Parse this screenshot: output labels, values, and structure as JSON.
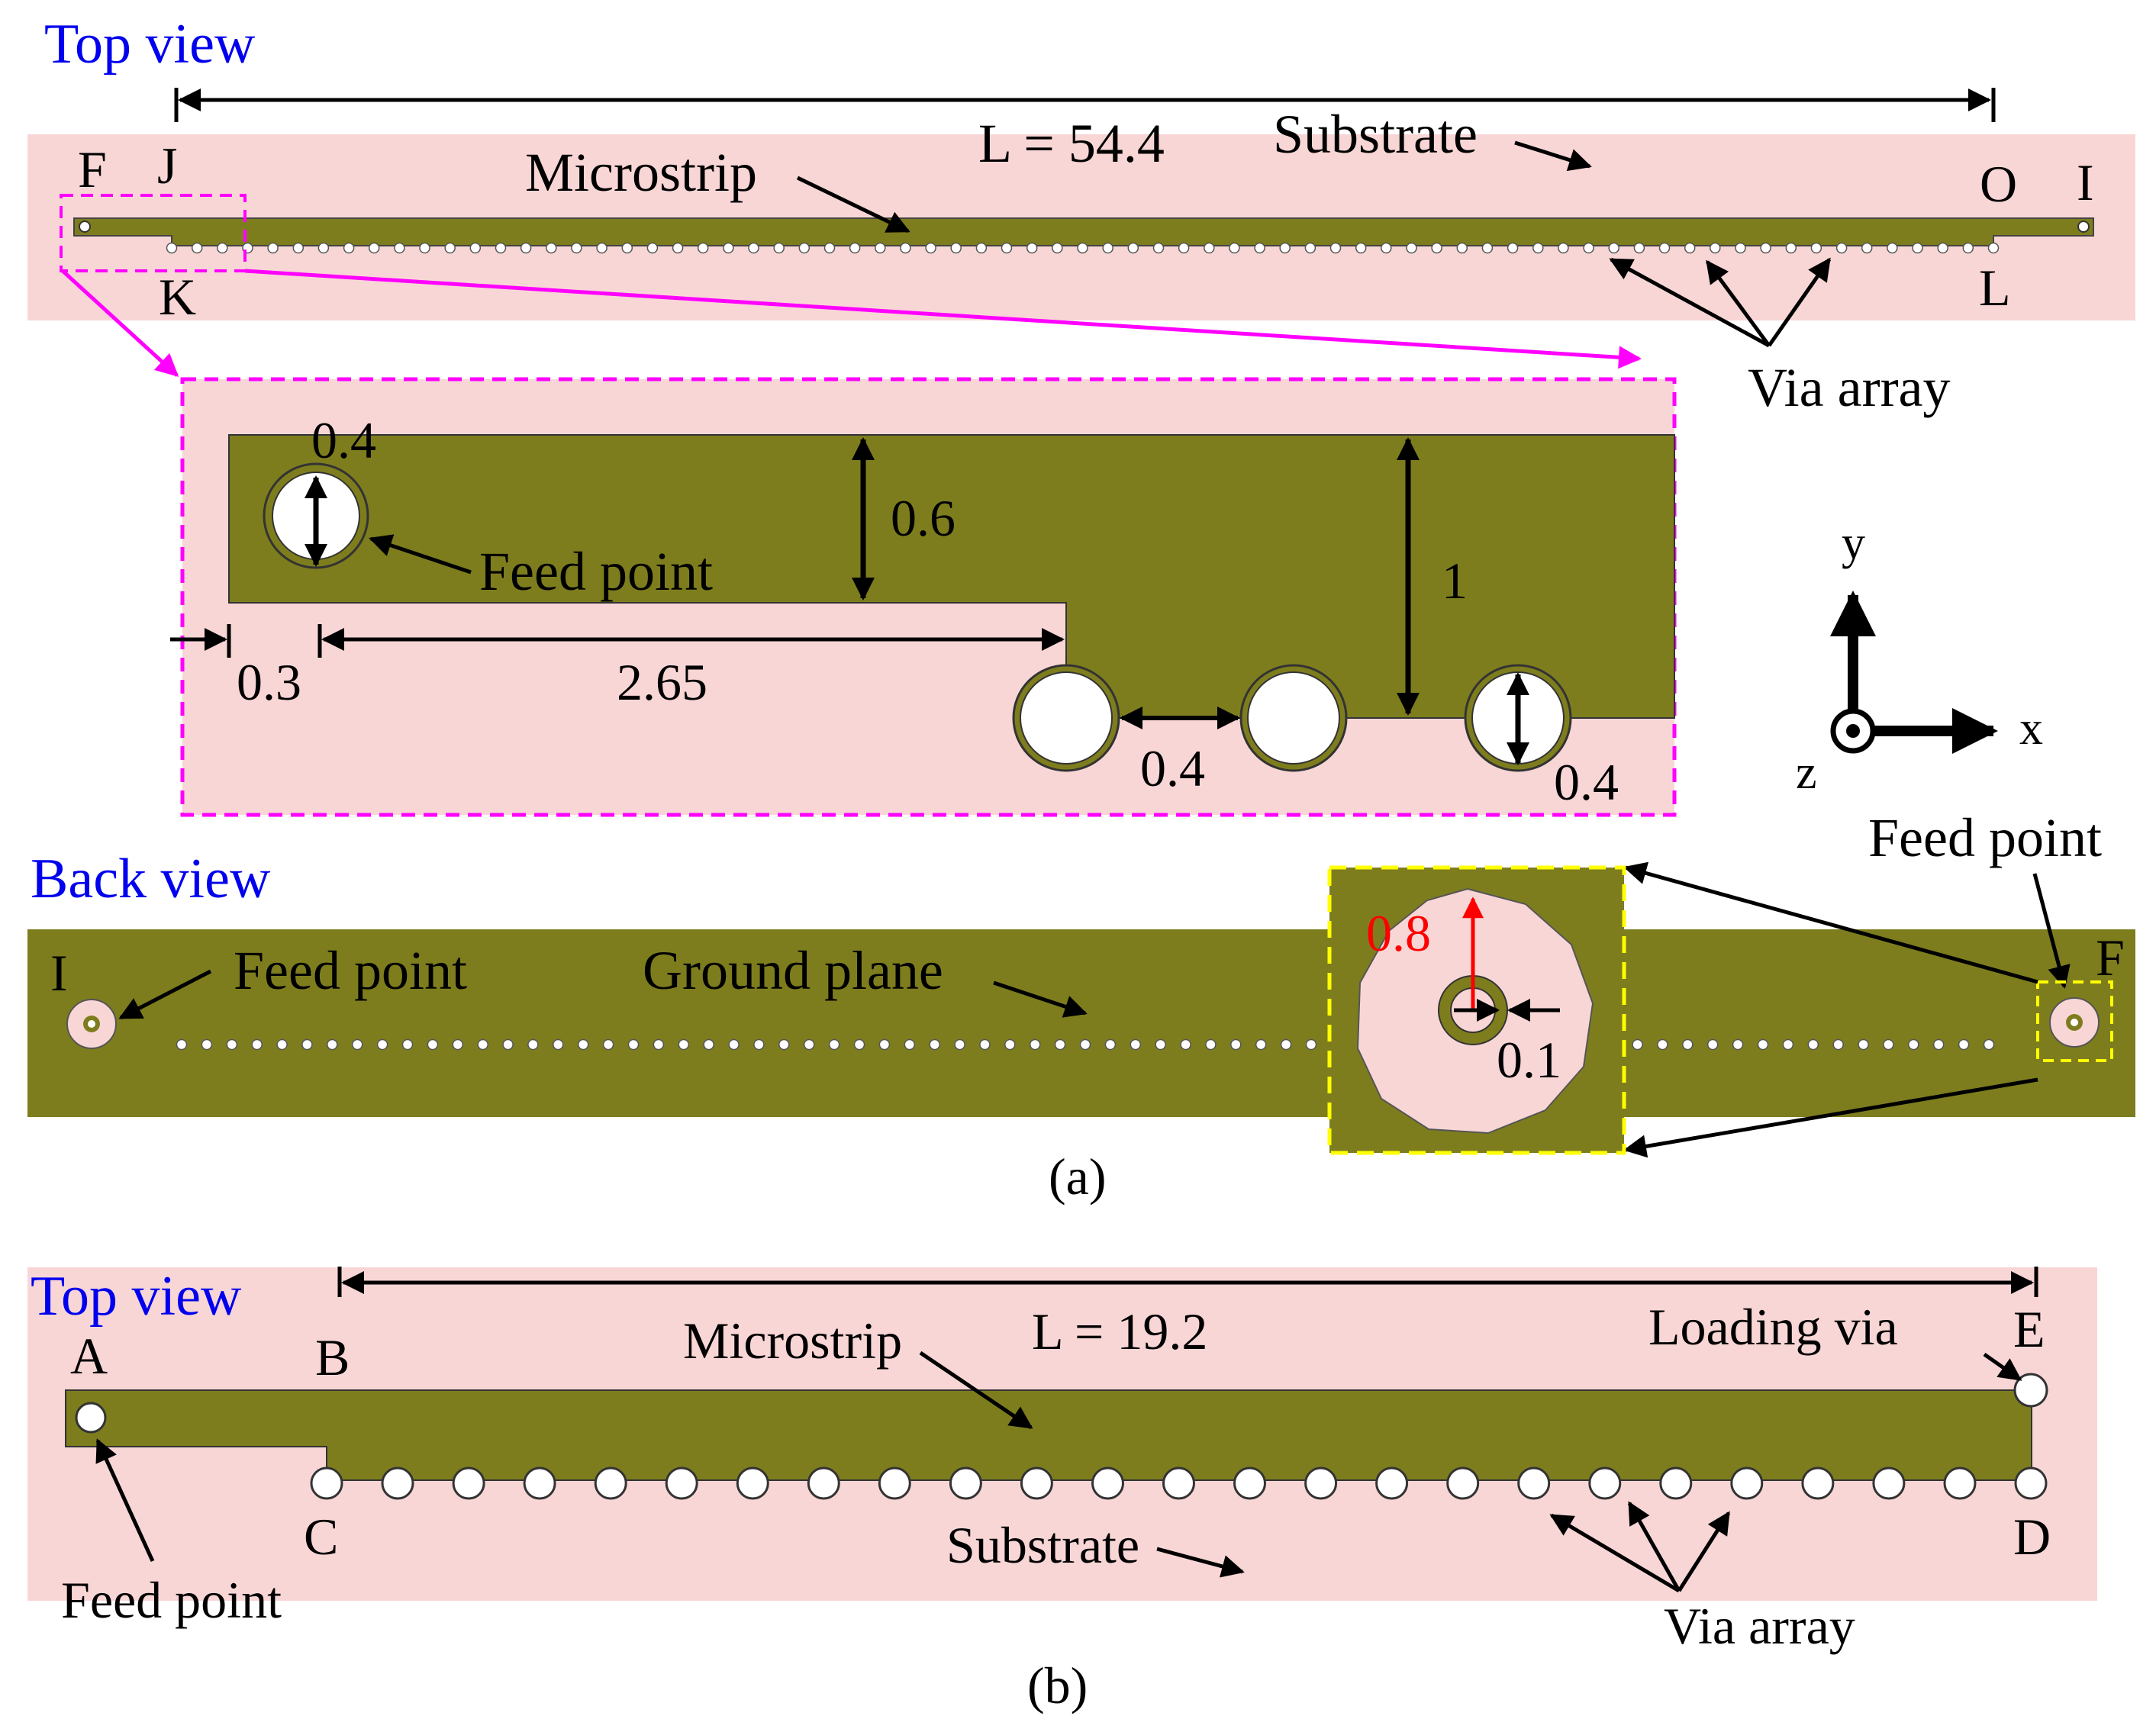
{
  "colors": {
    "substrate": "#f9d6d6",
    "metal": "#7e7d1e",
    "title_blue": "#0000ee",
    "zoom_magenta": "#ff00ff",
    "zoom_yellow": "#ffff00",
    "dim_red": "#ff0000",
    "via_fill": "#ffffff"
  },
  "panel_a": {
    "top_view": {
      "title": "Top view",
      "length_label": "L = 54.4",
      "substrate_label": "Substrate",
      "microstrip_label": "Microstrip",
      "via_array_label": "Via array",
      "points": {
        "F": "F",
        "J": "J",
        "K": "K",
        "O": "O",
        "I": "I",
        "L": "L"
      }
    },
    "zoom": {
      "dim_via_dia_top": "0.4",
      "dim_strip_width": "0.6",
      "dim_full_width": "1",
      "feed_label": "Feed point",
      "dim_offset": "0.3",
      "dim_step_length": "2.65",
      "dim_via_gap": "0.4",
      "dim_via_dia_right": "0.4"
    },
    "axes": {
      "x": "x",
      "y": "y",
      "z": "z"
    },
    "back_view": {
      "title": "Back view",
      "point_I": "I",
      "point_F": "F",
      "feed_label_left": "Feed point",
      "feed_label_right": "Feed point",
      "ground_label": "Ground plane",
      "dim_outer": "0.8",
      "dim_inner": "0.1"
    },
    "caption": "(a)"
  },
  "panel_b": {
    "top_view": {
      "title": "Top view",
      "length_label": "L = 19.2",
      "points": {
        "A": "A",
        "B": "B",
        "C": "C",
        "D": "D",
        "E": "E"
      },
      "microstrip_label": "Microstrip",
      "loading_via_label": "Loading via",
      "substrate_label": "Substrate",
      "via_array_label": "Via array",
      "feed_label": "Feed point"
    },
    "caption": "(b)"
  }
}
